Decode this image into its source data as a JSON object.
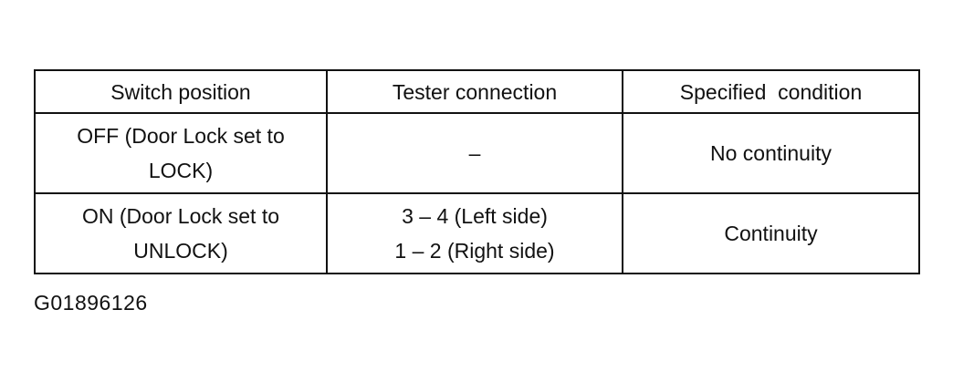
{
  "table": {
    "headers": [
      "Switch position",
      "Tester connection",
      "Specified  condition"
    ],
    "rows": [
      {
        "switch_position": [
          "OFF (Door Lock set to",
          "LOCK)"
        ],
        "tester_connection": [
          "–"
        ],
        "specified_condition": "No continuity"
      },
      {
        "switch_position": [
          "ON (Door Lock set to",
          "UNLOCK)"
        ],
        "tester_connection": [
          "3 – 4 (Left side)",
          "1 – 2 (Right side)"
        ],
        "specified_condition": "Continuity"
      }
    ]
  },
  "figure_id": "G01896126"
}
